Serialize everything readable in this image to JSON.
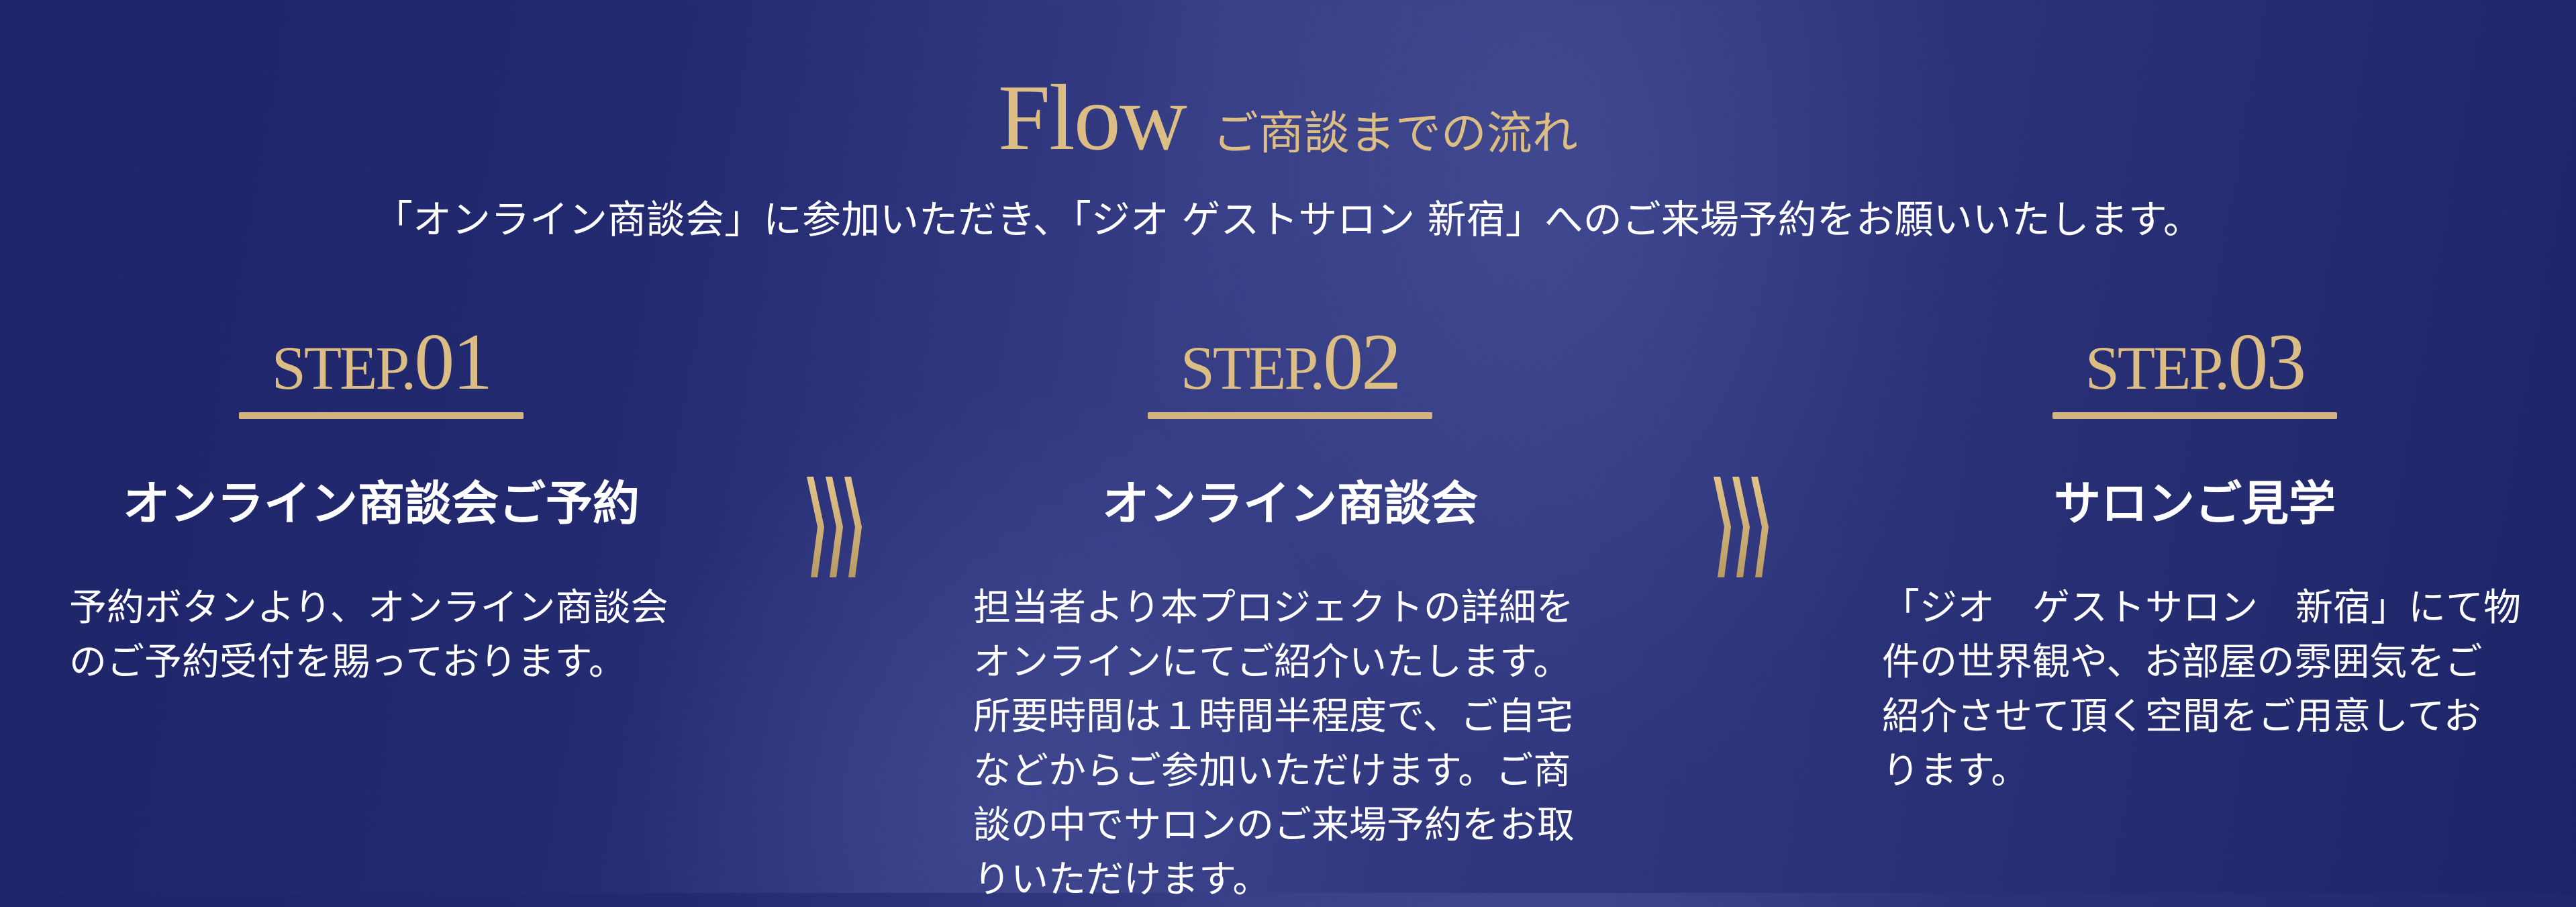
{
  "header": {
    "title_en": "Flow",
    "title_jp": "ご商談までの流れ",
    "intro": "「オンライン商談会」に参加いただき、「ジオ ゲストサロン 新宿」へのご来場予約をお願いいたします。"
  },
  "steps": [
    {
      "label": "STEP.",
      "number": "01",
      "heading": "オンライン商談会ご予約",
      "lines": [
        "予約ボタンより、オンライン商談会",
        "のご予約受付を賜っております。"
      ]
    },
    {
      "label": "STEP.",
      "number": "02",
      "heading": "オンライン商談会",
      "lines": [
        "担当者より本プロジェクトの詳細を",
        "オンラインにてご紹介いたします。",
        "所要時間は１時間半程度で、ご自宅",
        "などからご参加いただけます。ご商",
        "談の中でサロンのご来場予約をお取",
        "りいただけます。"
      ]
    },
    {
      "label": "STEP.",
      "number": "03",
      "heading": "サロンご見学",
      "lines": [
        "「ジオ　ゲストサロン　新宿」にて物",
        "件の世界観や、お部屋の雰囲気をご",
        "紹介させて頂く空間をご用意してお",
        "ります。"
      ]
    }
  ],
  "colors": {
    "gold": "#dcbd84",
    "background": "#262c72"
  }
}
